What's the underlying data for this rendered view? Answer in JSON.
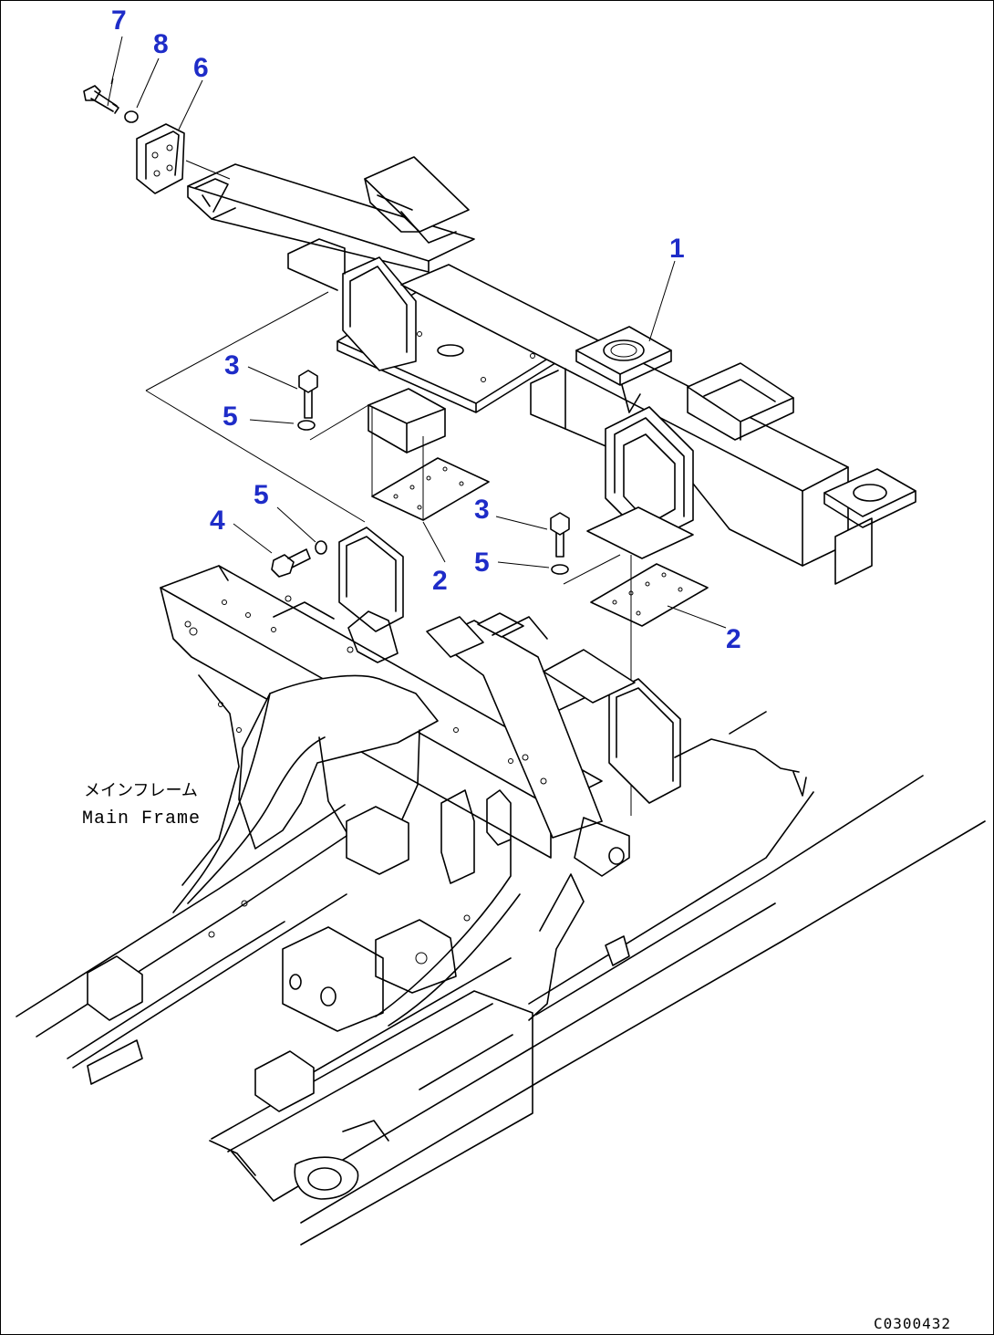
{
  "diagram": {
    "callouts": [
      {
        "id": "c7",
        "text": "7"
      },
      {
        "id": "c8",
        "text": "8"
      },
      {
        "id": "c6",
        "text": "6"
      },
      {
        "id": "c1",
        "text": "1"
      },
      {
        "id": "c3a",
        "text": "3"
      },
      {
        "id": "c5a",
        "text": "5"
      },
      {
        "id": "c5b",
        "text": "5"
      },
      {
        "id": "c4",
        "text": "4"
      },
      {
        "id": "c3b",
        "text": "3"
      },
      {
        "id": "c5c",
        "text": "5"
      },
      {
        "id": "c2a",
        "text": "2"
      },
      {
        "id": "c2b",
        "text": "2"
      }
    ],
    "main_frame_label_jp": "メインフレーム",
    "main_frame_label_en": "Main Frame",
    "drawing_code": "C0300432"
  },
  "colors": {
    "callout": "#1e2cc8",
    "line": "#000000",
    "background": "#ffffff"
  }
}
